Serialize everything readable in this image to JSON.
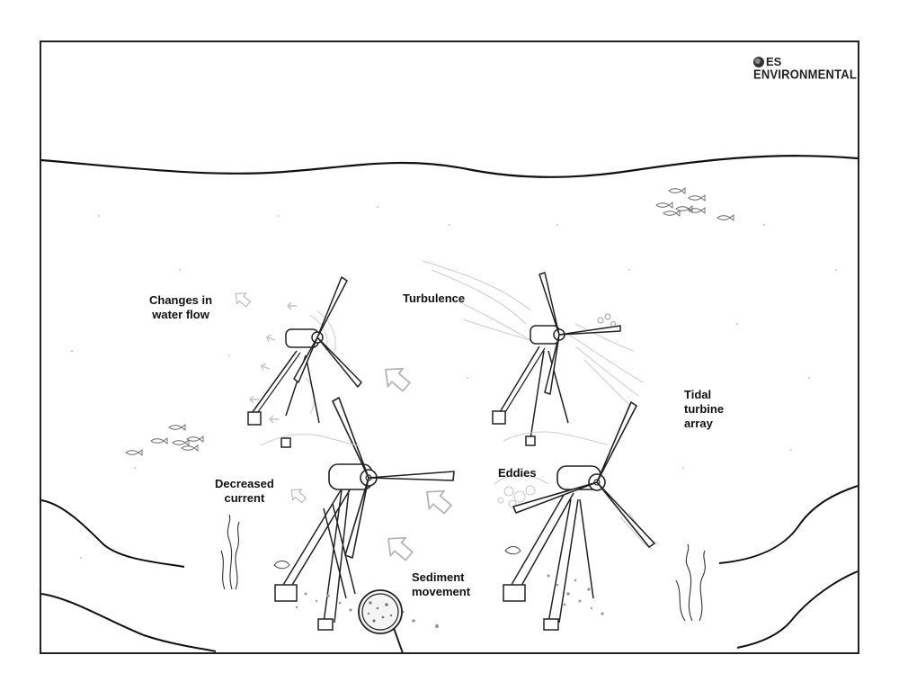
{
  "logo": {
    "line1": "ES",
    "line2": "ENVIRONMENTAL"
  },
  "labels": {
    "changes_line1": "Changes in",
    "changes_line2": "water flow",
    "turbulence": "Turbulence",
    "tidal_line1": "Tidal",
    "tidal_line2": "turbine",
    "tidal_line3": "array",
    "decreased_line1": "Decreased",
    "decreased_line2": "current",
    "eddies": "Eddies",
    "sediment_line1": "Sediment",
    "sediment_line2": "movement"
  },
  "colors": {
    "ink": "#111111",
    "arrow": "#bbbbbb",
    "frame": "#222222"
  }
}
